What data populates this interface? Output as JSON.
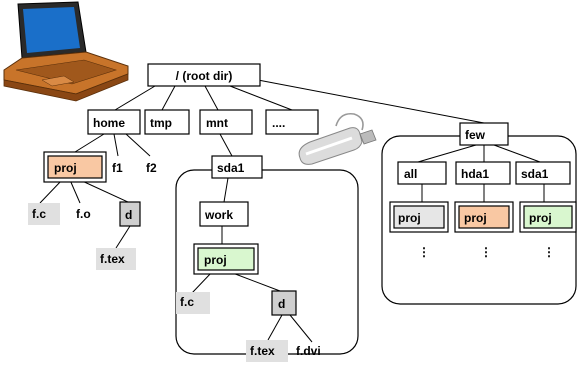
{
  "tree": {
    "root": "/  (root dir)",
    "top_level": [
      "home",
      "tmp",
      "mnt",
      "...."
    ],
    "home_children": [
      "proj",
      "f1",
      "f2"
    ],
    "proj_children": [
      "f.c",
      "f.o",
      "d"
    ],
    "d_child": "f.tex",
    "mnt_child": "sda1",
    "sda1_child": "work",
    "work_child": "proj",
    "work_proj_children": [
      "f.c",
      "d"
    ],
    "work_d_children": [
      "f.tex",
      "f.dvi"
    ],
    "few": "few",
    "few_children": [
      "all",
      "hda1",
      "sda1"
    ],
    "few_projs": [
      "proj",
      "proj",
      "proj"
    ],
    "ellipsis": "⋮"
  },
  "colors": {
    "proj_orange": "#f9c8a3",
    "proj_green": "#d9f7cf",
    "proj_gray": "#e6e6e6",
    "file_gray": "#e0e0e0",
    "laptop_screen": "#1a6fc9",
    "laptop_body": "#c8742a"
  }
}
